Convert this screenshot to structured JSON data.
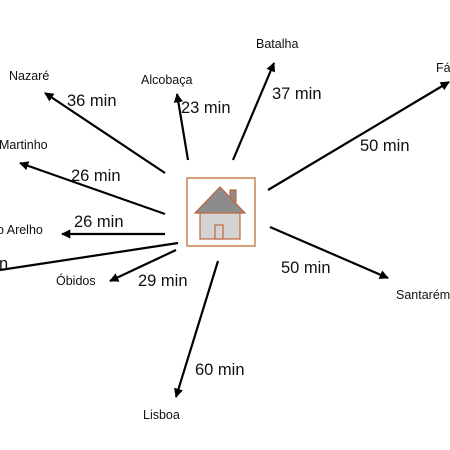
{
  "center": {
    "icon": "house-icon",
    "frame_color": "#C98A5B",
    "roof_color": "#8C8C8C",
    "body_color": "#D3D3D3",
    "outline_color": "#C0653A"
  },
  "routes": [
    {
      "destination": "Nazaré",
      "time": "36 min"
    },
    {
      "destination": "Alcobaça",
      "time": "23 min"
    },
    {
      "destination": "Batalha",
      "time": "37 min"
    },
    {
      "destination": "Fá",
      "time": "50 min"
    },
    {
      "destination": "Martinho",
      "time": "26 min"
    },
    {
      "destination": "o Arelho",
      "time": "26 min"
    },
    {
      "destination": "",
      "time": "n"
    },
    {
      "destination": "Óbidos",
      "time": "29 min"
    },
    {
      "destination": "Lisboa",
      "time": "60 min"
    },
    {
      "destination": "Santarém",
      "time": "50 min"
    }
  ]
}
